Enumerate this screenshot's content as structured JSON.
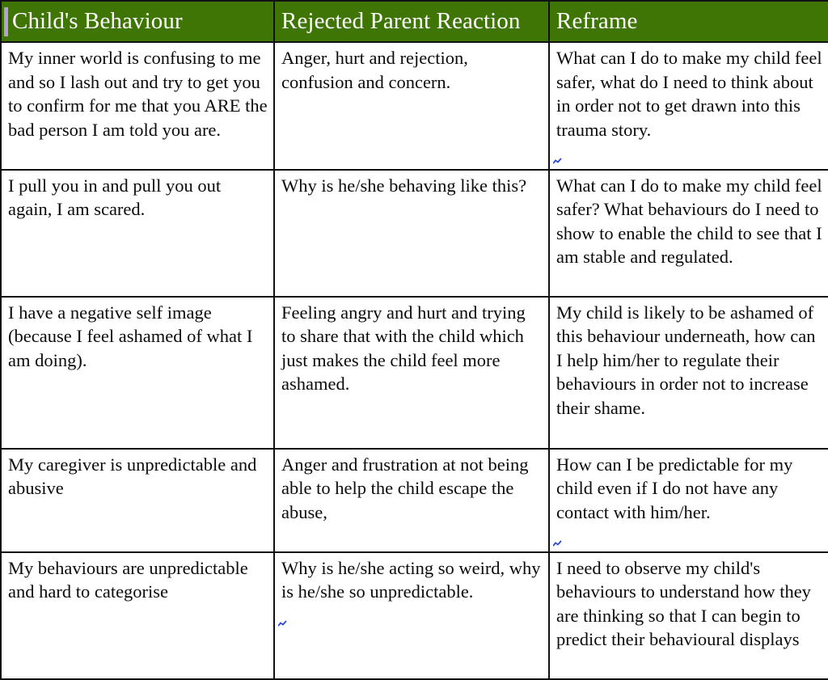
{
  "document": {
    "type": "table",
    "title": "Child's Behaviour / Rejected Parent Reaction / Reframe",
    "header_background_color": "#3f7505",
    "header_text_color": "#ffffff",
    "body_text_color": "#0b0b0b",
    "border_color": "#111111",
    "caret_color": "#b59ede",
    "spellcheck_squiggle_color": "#2a4bd7"
  },
  "table": {
    "columns": [
      {
        "key": "behaviour",
        "label": "Child's Behaviour"
      },
      {
        "key": "reaction",
        "label": "Rejected Parent Reaction"
      },
      {
        "key": "reframe",
        "label": "Reframe"
      }
    ],
    "rows": [
      {
        "behaviour": "My inner world is confusing to me and so I lash out and try to get you to confirm for me that you ARE the bad person I am told you are.",
        "reaction": "Anger, hurt and rejection, confusion and concern.",
        "reframe": "What can I do to make my child feel safer, what do I need to think about in order not to get drawn into this trauma story.",
        "reframe_has_squiggle": true
      },
      {
        "behaviour": "I pull you in and pull you out again, I am scared.",
        "reaction": "Why is he/she behaving like this?",
        "reframe": "What can I do to make my child feel safer? What behaviours do I need to show to enable the child to see that I am stable and regulated.",
        "reframe_has_squiggle": false
      },
      {
        "behaviour": "I have a negative self image (because I feel ashamed of what I am doing).",
        "reaction": "Feeling angry and hurt and trying to share that with the child which just makes the child feel more ashamed.",
        "reframe": "My child is likely to be ashamed of this behaviour underneath, how can I help him/her to regulate their behaviours in order not to increase their shame.",
        "reframe_has_squiggle": false
      },
      {
        "behaviour": "My caregiver is unpredictable and abusive",
        "reaction": "Anger and frustration at not being able to help the child escape the abuse,",
        "reframe": "How can I be predictable for my child even if I do not have any contact with him/her.",
        "reframe_has_squiggle": true
      },
      {
        "behaviour": "My behaviours are unpredictable and hard to categorise",
        "reaction": "Why is he/she acting so weird, why is he/she so unpredictable.",
        "reaction_has_squiggle": true,
        "reframe": "I need to observe my child's behaviours to understand how they are thinking so that I can begin to predict their behavioural displays",
        "reframe_has_squiggle": false
      }
    ]
  }
}
